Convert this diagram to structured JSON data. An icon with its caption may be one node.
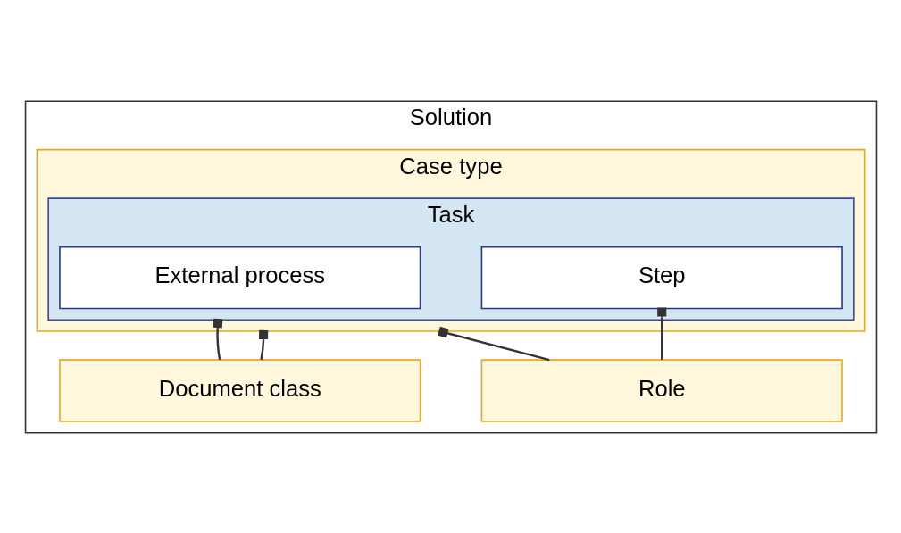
{
  "diagram": {
    "nodes": [
      {
        "text": [
          "Solution"
        ]
      },
      {
        "text": [
          "Case type"
        ],
        "in": 0
      },
      {
        "text": [
          "Task"
        ],
        "in": 1
      },
      {
        "text": [
          "External process"
        ],
        "in": 2
      },
      {
        "text": [
          "Step"
        ],
        "in": 2
      },
      {
        "text": [
          "Document class"
        ],
        "in": 0
      },
      {
        "text": [
          "Role"
        ],
        "in": 0
      }
    ],
    "edges": [
      {
        "from": 5,
        "to": 2,
        "arrow": "other"
      },
      {
        "from": 5,
        "to": 1,
        "arrow": "other"
      },
      {
        "from": 6,
        "to": 1,
        "arrow": "other"
      },
      {
        "from": 6,
        "to": 4,
        "arrow": "other"
      }
    ]
  }
}
